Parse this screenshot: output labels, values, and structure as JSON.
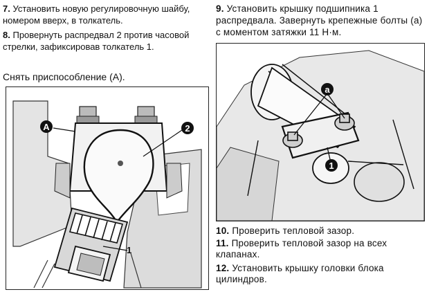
{
  "left": {
    "step7": {
      "num": "7.",
      "text": "Установить новую регулировочную шайбу, номером вверх, в толкатель."
    },
    "step8": {
      "num": "8.",
      "text": "Провернуть распредвал 2 против часовой стрелки, зафиксировав толкатель 1."
    },
    "note": "Снять приспособление (А).",
    "figure": {
      "callout_a": "A",
      "callout_2": "2",
      "callout_1": "1"
    }
  },
  "right": {
    "step9": {
      "num": "9.",
      "text": "Установить крышку подшипника 1 распредвала. Завернуть крепежные болты (а) с моментом затяжки 11 Н·м."
    },
    "figure": {
      "callout_a": "a",
      "callout_1": "1"
    },
    "step10": {
      "num": "10.",
      "text": "Проверить тепловой зазор."
    },
    "step11": {
      "num": "11.",
      "text": "Проверить тепловой зазор на всех клапанах."
    },
    "step12": {
      "num": "12.",
      "text": "Установить крышку головки блока цилиндров."
    }
  }
}
